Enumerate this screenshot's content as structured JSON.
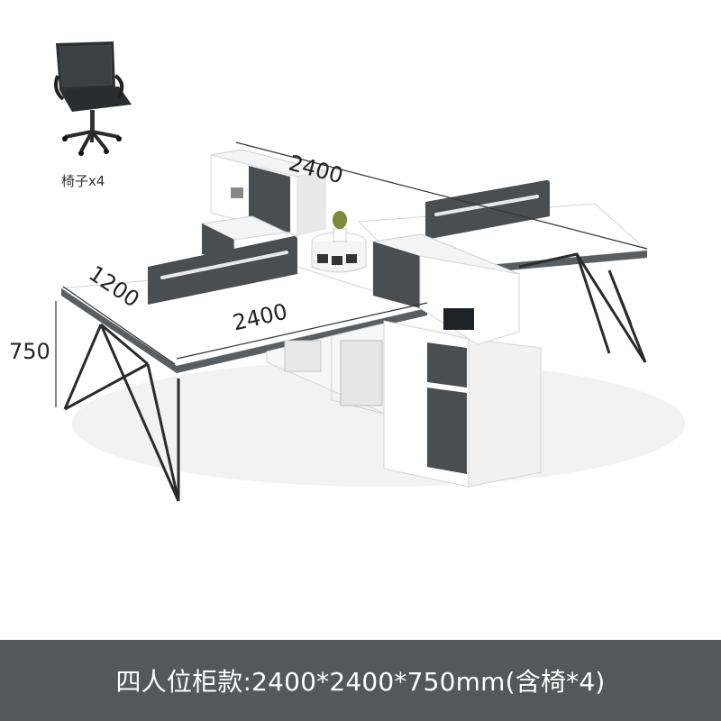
{
  "chair": {
    "label": "椅子x4",
    "icon": "office-chair-icon"
  },
  "dimensions": {
    "length_top": "2400",
    "length_front": "2400",
    "depth": "1200",
    "height": "750"
  },
  "caption": "四人位柜款:2400*2400*750mm(含椅*4)",
  "colors": {
    "panel": "#4a4e51",
    "desktop": "#ffffff",
    "edge": "#5a5e61",
    "banner": "#555758",
    "frame": "#2b2b2b"
  }
}
